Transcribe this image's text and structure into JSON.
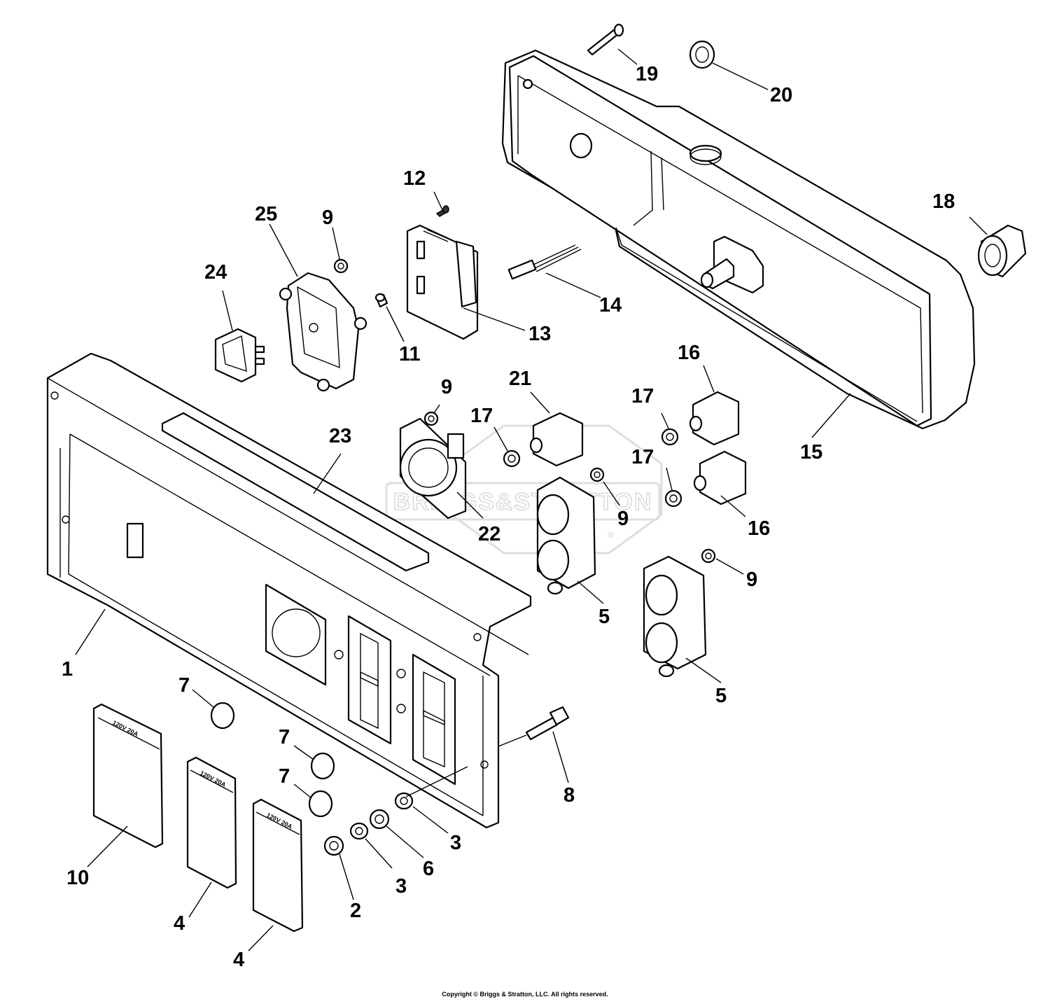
{
  "callouts": [
    "1",
    "2",
    "3",
    "3",
    "4",
    "4",
    "5",
    "5",
    "6",
    "7",
    "7",
    "7",
    "8",
    "9",
    "9",
    "9",
    "9",
    "10",
    "11",
    "12",
    "13",
    "14",
    "15",
    "16",
    "16",
    "17",
    "17",
    "17",
    "18",
    "19",
    "20",
    "21",
    "22",
    "23",
    "24",
    "25"
  ],
  "watermark": {
    "brand": "BRIGGS&STRATTON",
    "mark": "®"
  },
  "cover_label": "120V 20A",
  "copyright": "Copyright © Briggs & Stratton, LLC. All rights reserved."
}
